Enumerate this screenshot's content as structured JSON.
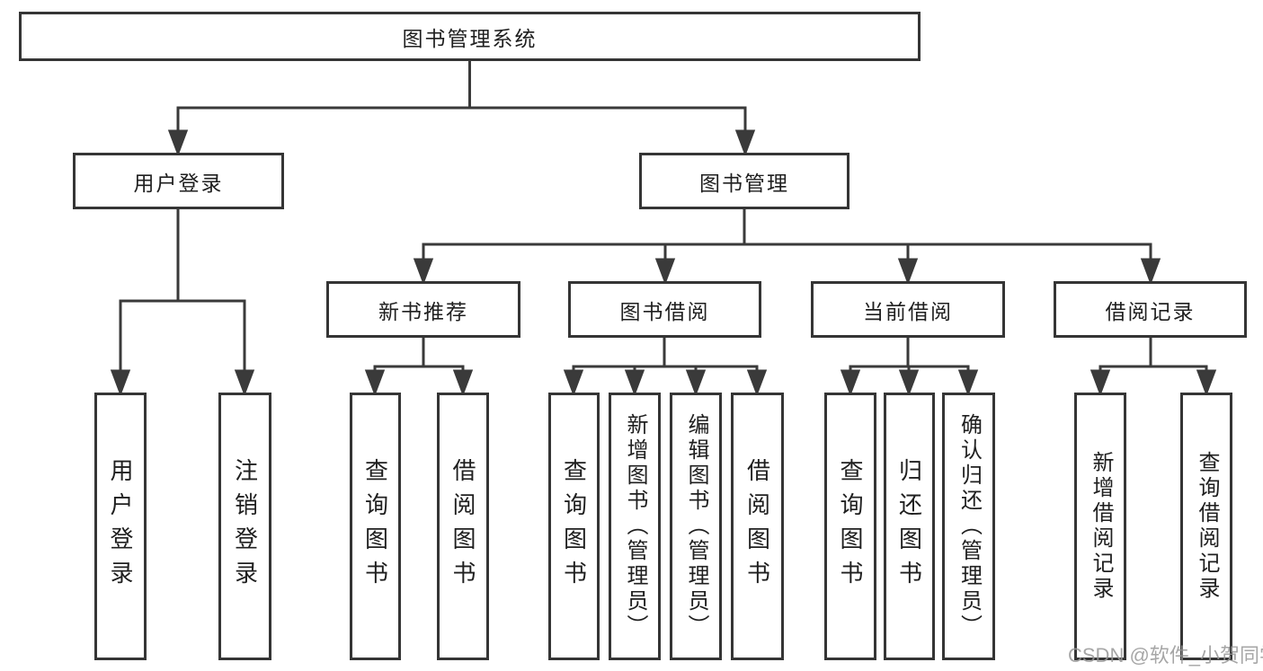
{
  "diagram": {
    "root": "图书管理系统",
    "level2": [
      "用户登录",
      "图书管理"
    ],
    "modules": [
      "新书推荐",
      "图书借阅",
      "当前借阅",
      "借阅记录"
    ],
    "leaves": [
      "用户登录",
      "注销登录",
      "查询图书",
      "借阅图书",
      "查询图书",
      "新增图书（管理员）",
      "编辑图书（管理员）",
      "借阅图书",
      "查询图书",
      "归还图书",
      "确认归还（管理员）",
      "新增借阅记录",
      "查询借阅记录"
    ],
    "watermark": "CSDN @软件_小贺同学",
    "colors": {
      "line": "#3a3a3a",
      "border": "#353535",
      "text": "#1f1f1f",
      "watermark": "#969696"
    }
  }
}
